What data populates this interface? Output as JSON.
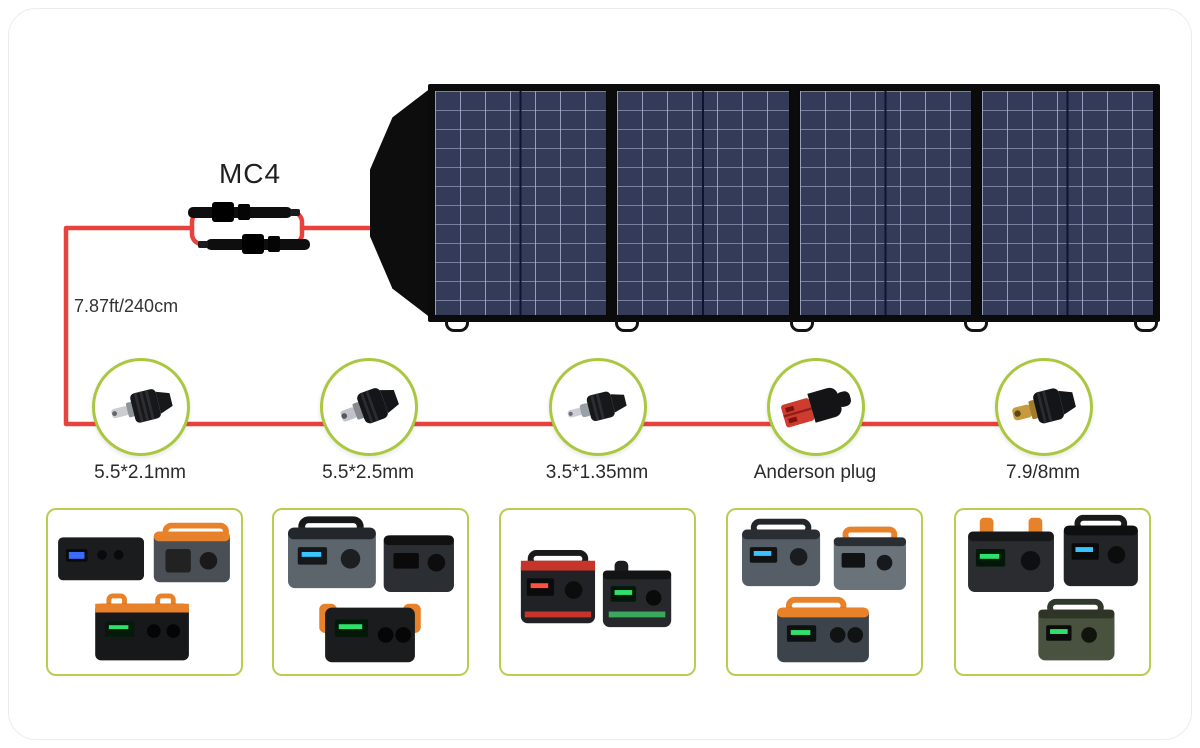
{
  "diagram_title": "Foldable solar panel connector compatibility diagram",
  "mc4": {
    "label": "MC4"
  },
  "cable": {
    "length_label": "7.87ft/240cm"
  },
  "connectors": [
    {
      "id": "dc-5.5x2.1",
      "label": "5.5*2.1mm",
      "icon": "dc-barrel-plug-icon"
    },
    {
      "id": "dc-5.5x2.5",
      "label": "5.5*2.5mm",
      "icon": "dc-barrel-plug-icon"
    },
    {
      "id": "dc-3.5x1.35",
      "label": "3.5*1.35mm",
      "icon": "dc-slim-plug-icon"
    },
    {
      "id": "anderson",
      "label": "Anderson plug",
      "icon": "anderson-plug-icon"
    },
    {
      "id": "dc-7.9-8",
      "label": "7.9/8mm",
      "icon": "dc-large-plug-icon"
    }
  ],
  "product_groups": [
    {
      "id": "group-1",
      "description": "power stations compatible with 5.5*2.1mm"
    },
    {
      "id": "group-2",
      "description": "power stations compatible with 5.5*2.5mm"
    },
    {
      "id": "group-3",
      "description": "power stations compatible with 3.5*1.35mm"
    },
    {
      "id": "group-4",
      "description": "power stations compatible with Anderson plug"
    },
    {
      "id": "group-5",
      "description": "power stations compatible with 7.9/8mm"
    }
  ],
  "colors": {
    "wire": "#e8423d",
    "circle_ring": "#a9c83f",
    "card_border": "#b8cd52",
    "panel_cell": "#333b58",
    "panel_frame": "#0b0b0b"
  }
}
